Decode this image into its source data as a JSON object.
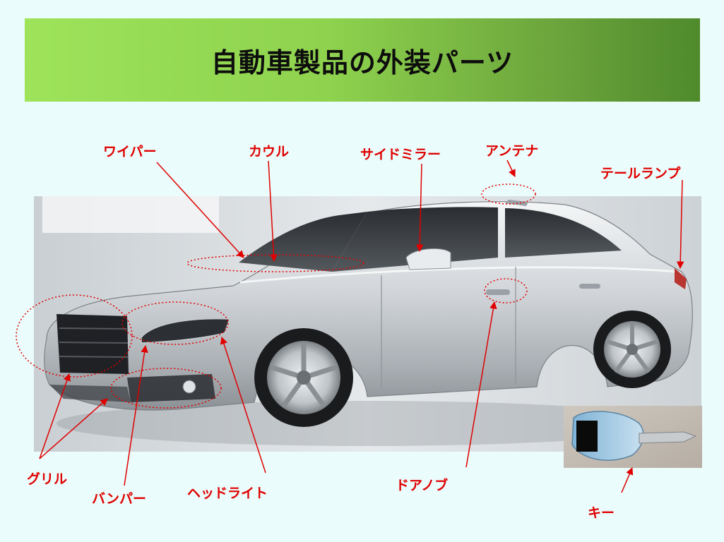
{
  "title": "自動車製品の外装パーツ",
  "labels": {
    "wiper": "ワイパー",
    "cowl": "カウル",
    "side_mirror": "サイドミラー",
    "antenna": "アンテナ",
    "tail_lamp": "テールランプ",
    "grille": "グリル",
    "bumper": "バンパー",
    "headlight": "ヘッドライト",
    "door_knob": "ドアノブ",
    "key": "キー"
  },
  "colors": {
    "background": "#eafcfb",
    "label_red": "#e00000",
    "title_green_start": "#9ee35a",
    "title_green_end": "#4f8a2c"
  }
}
